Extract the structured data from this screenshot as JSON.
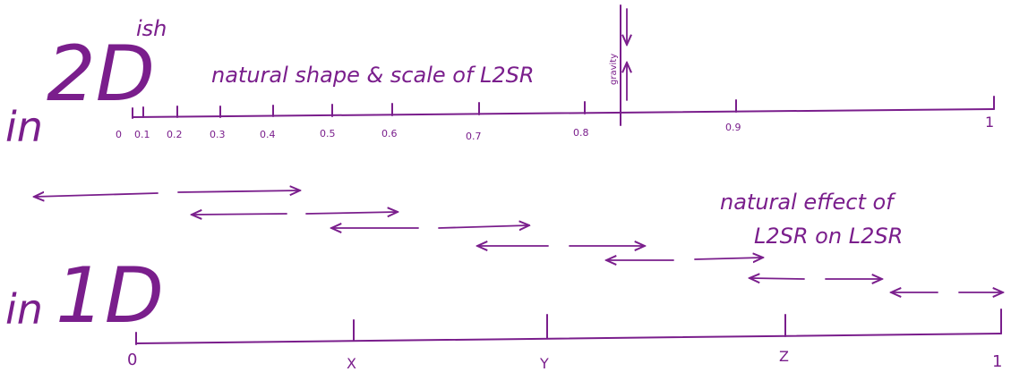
{
  "colors": {
    "ink": "#7a1e8c",
    "background": "#ffffff"
  },
  "top_section": {
    "label_prefix": "in",
    "label_main": "2D",
    "label_suffix": "ish",
    "caption": "natural shape & scale of L2SR",
    "gravity_label": "gravity",
    "axis_ticks": [
      "0",
      "0.1",
      "0.2",
      "0.3",
      "0.4",
      "0.5",
      "0.6",
      "0.7",
      "0.8",
      "0.9",
      "1"
    ]
  },
  "bottom_section": {
    "label_prefix": "in",
    "label_main": "1D",
    "caption_line1": "natural effect of",
    "caption_line2": "L2SR on L2SR",
    "axis_ticks": [
      "0",
      "X",
      "Y",
      "Z",
      "1"
    ]
  }
}
